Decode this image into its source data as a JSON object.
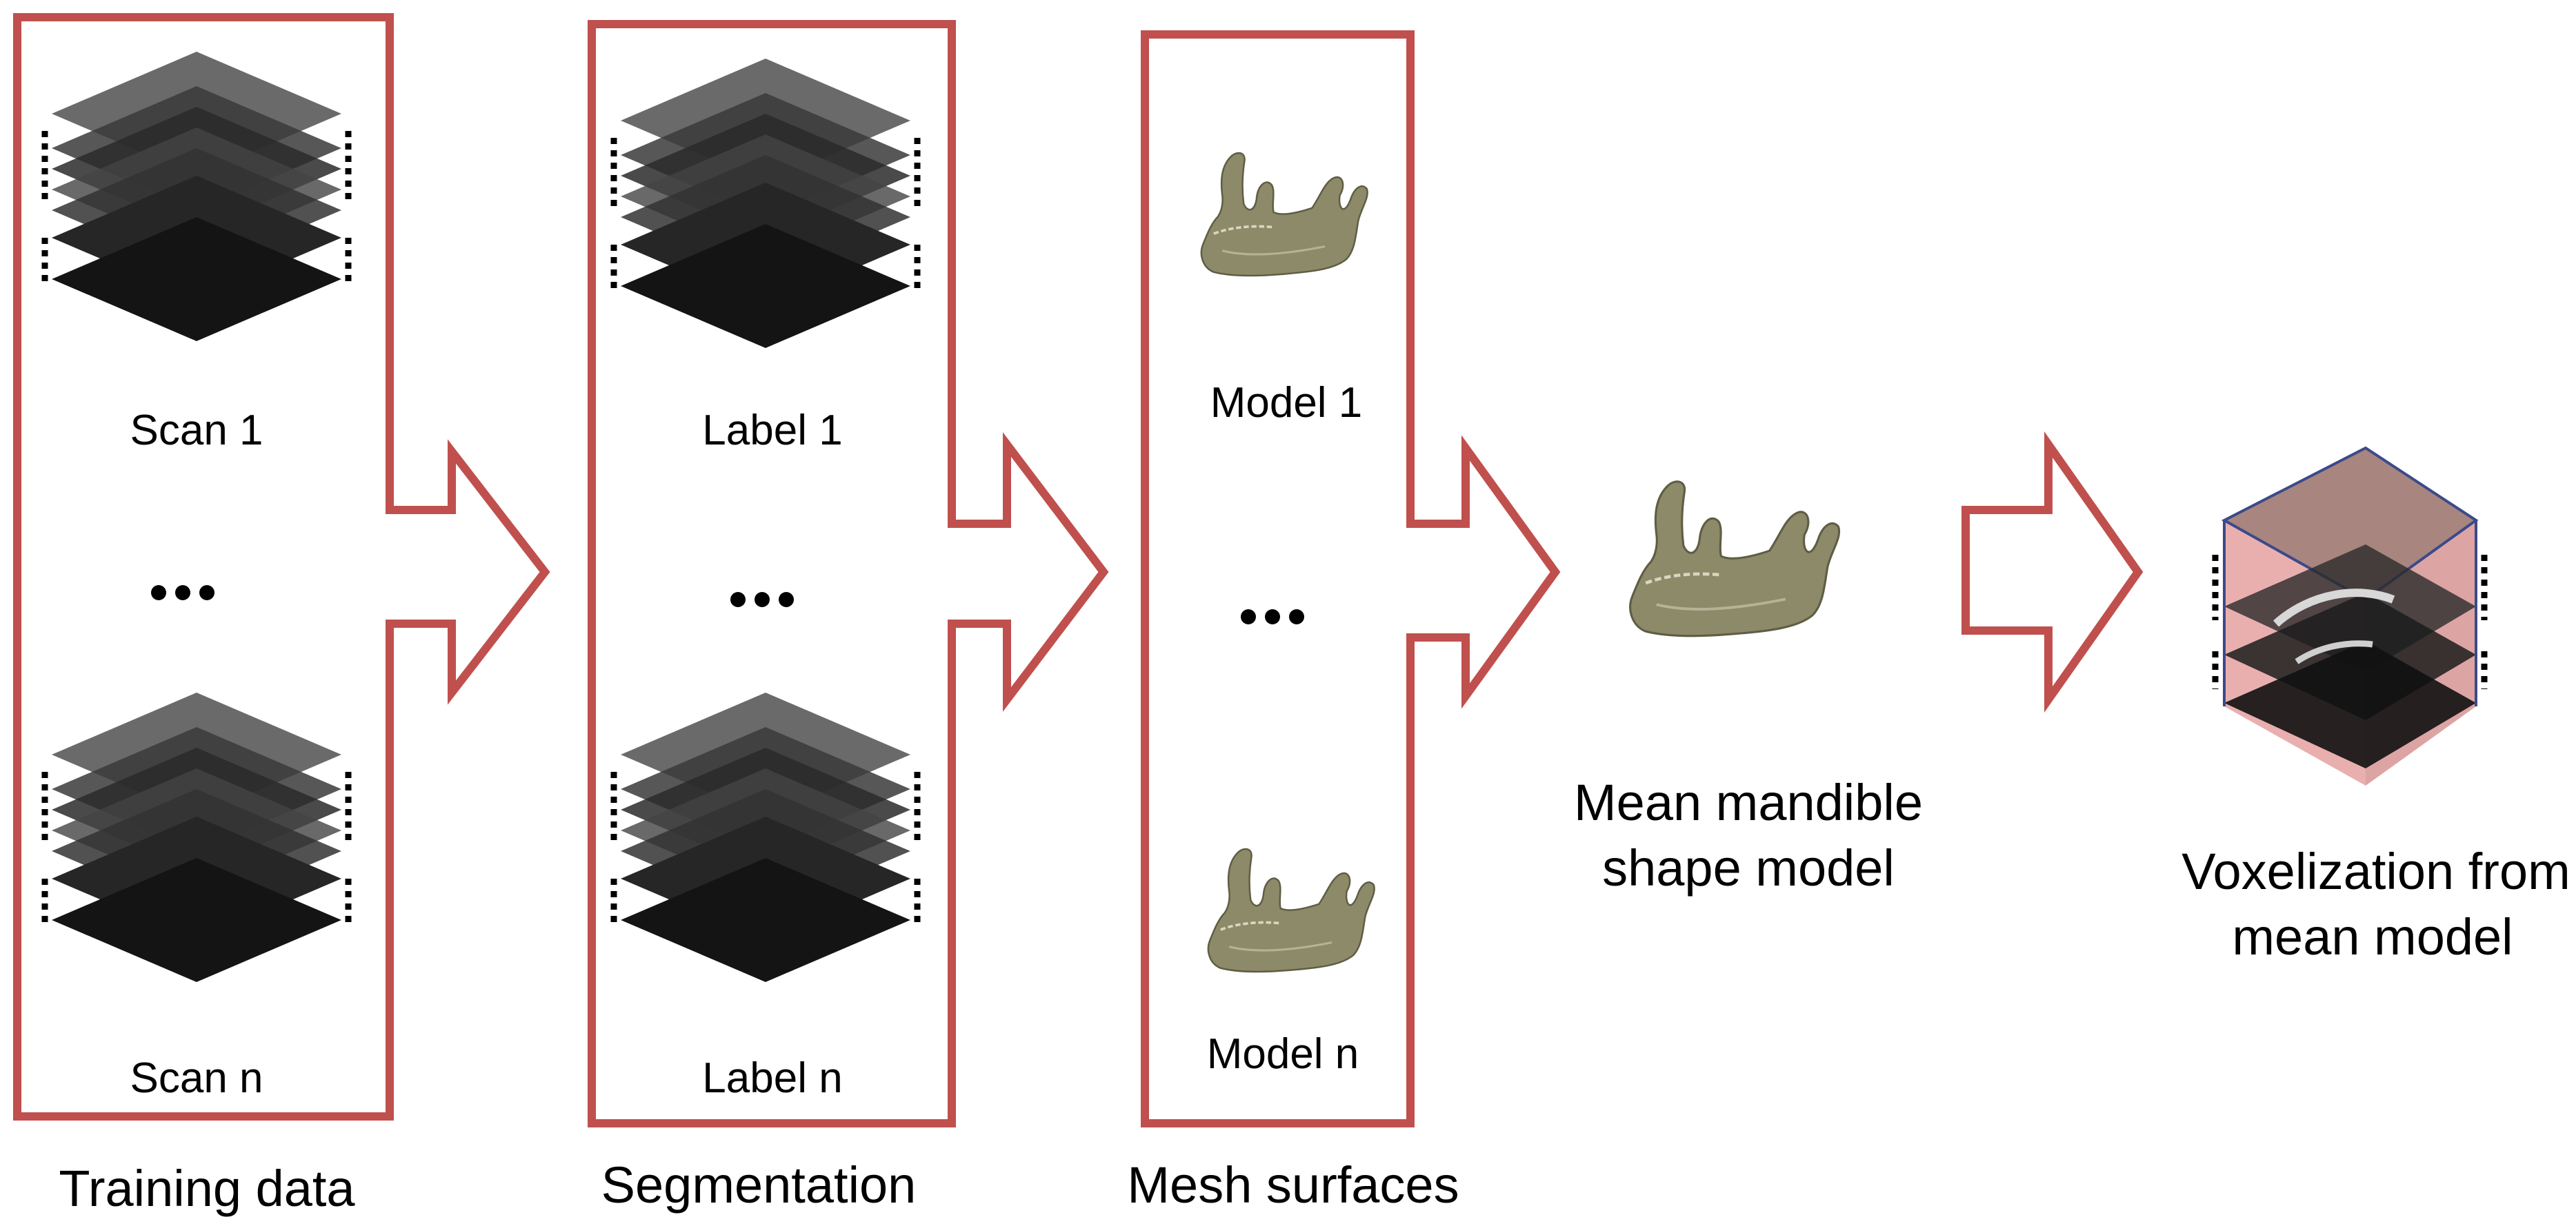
{
  "colors": {
    "frame": "#c0504d",
    "slice_light": "#5a5a5a",
    "slice_dark": "#1c1c1c",
    "bone": "#8c8a68",
    "voxel_tint": "#e7a6a6",
    "voxel_edge": "#3b4a8a"
  },
  "stages": [
    {
      "id": "training",
      "caption": "Training data",
      "top_label": "Scan 1",
      "bottom_label": "Scan n",
      "ellipsis": "..."
    },
    {
      "id": "segmentation",
      "caption": "Segmentation",
      "top_label": "Label 1",
      "bottom_label": "Label n",
      "ellipsis": "..."
    },
    {
      "id": "mesh",
      "caption": "Mesh surfaces",
      "top_label": "Model 1",
      "bottom_label": "Model n",
      "ellipsis": "..."
    }
  ],
  "mean_model": {
    "caption_line1": "Mean mandible",
    "caption_line2": "shape model"
  },
  "voxelization": {
    "caption_line1": "Voxelization from",
    "caption_line2": "mean model"
  },
  "icons": [
    "slice-stack-icon",
    "mandible-icon",
    "voxel-cube-icon",
    "flow-arrow-icon"
  ]
}
